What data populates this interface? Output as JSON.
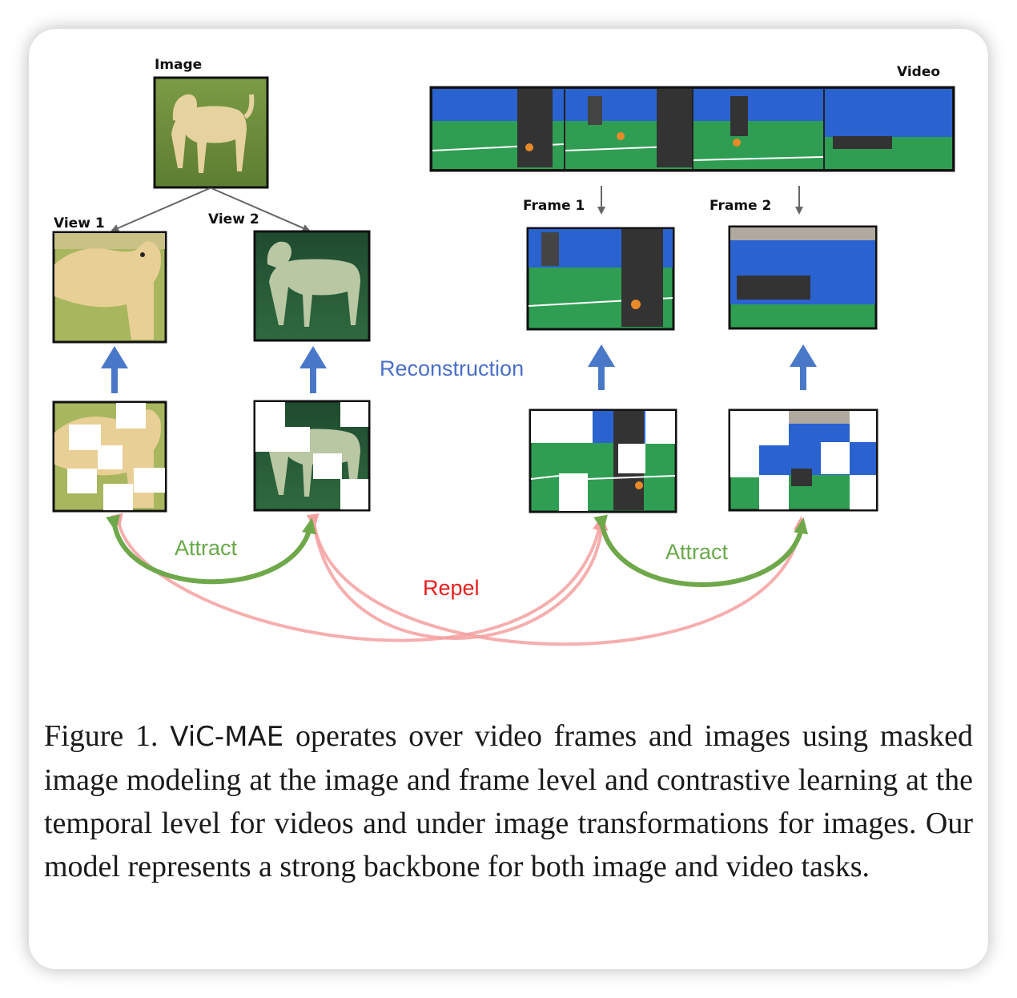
{
  "labels": {
    "image": "Image",
    "view1": "View 1",
    "view2": "View 2",
    "video": "Video",
    "frame1": "Frame 1",
    "frame2": "Frame 2",
    "reconstruction": "Reconstruction",
    "attract_left": "Attract",
    "attract_right": "Attract",
    "repel": "Repel"
  },
  "caption": {
    "prefix": "Figure 1. ",
    "method": "ViC-MAE",
    "text": " operates over video frames and images using masked image modeling at the image and frame level and contrastive learning at the temporal level for videos and under image transformations for images. Our model represents a strong backbone for both image and video tasks."
  },
  "colors": {
    "arrow_blue": "#4a78c8",
    "attract_green": "#6fa84a",
    "repel_red": "#f4a0a0",
    "grass": "#6d8f3a",
    "field": "#2fa052",
    "wall": "#1f5fd0"
  }
}
